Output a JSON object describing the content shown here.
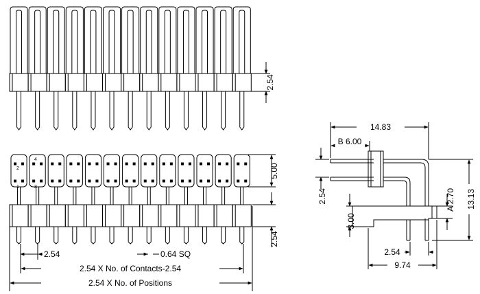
{
  "drawing": {
    "pin_count": 13,
    "top_view": {
      "height_dim": "2.54"
    },
    "bottom_view": {
      "pin_numbers": [
        "2",
        "4",
        "1",
        "3"
      ],
      "right_dim": "5.00",
      "lower_right_dim": "2.54",
      "pitch_label": "2.54",
      "pin_size_label": "0.64 SQ",
      "contacts_label": "2.54 X No. of Contacts-2.54",
      "positions_label": "2.54 X No. of Positions"
    },
    "side_view": {
      "overall_width": "14.83",
      "b_label": "B 6.00",
      "left_dim": "2.54",
      "offset_dim": "3.00",
      "a_label": "A 2.70",
      "overall_height": "13.13",
      "pitch_bottom": "2.54",
      "base_width": "9.74"
    }
  }
}
